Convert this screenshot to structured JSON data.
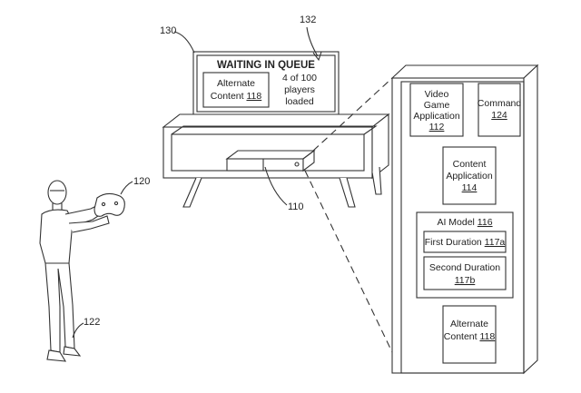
{
  "references": {
    "tv": "130",
    "tv_screen": "132",
    "controller": "120",
    "user": "122",
    "console": "110"
  },
  "tv_screen": {
    "heading": "WAITING IN QUEUE",
    "alt_content_line1": "Alternate",
    "alt_content_line2": "Content ",
    "alt_content_ref": "118",
    "status_line1": "4 of 100",
    "status_line2": "players",
    "status_line3": "loaded"
  },
  "detail": {
    "video_game_line1": "Video",
    "video_game_line2": "Game",
    "video_game_line3": "Application",
    "video_game_ref": "112",
    "command_label": "Command",
    "command_ref": "124",
    "content_app_line1": "Content",
    "content_app_line2": "Application",
    "content_app_ref": "114",
    "ai_model_label": "AI Model ",
    "ai_model_ref": "116",
    "first_duration_label": "First Duration ",
    "first_duration_ref": "117a",
    "second_duration_label": "Second Duration",
    "second_duration_ref": "117b",
    "alt_content_line1": "Alternate",
    "alt_content_line2": "Content ",
    "alt_content_ref": "118"
  },
  "colors": {
    "line": "#333333",
    "background": "#ffffff"
  }
}
